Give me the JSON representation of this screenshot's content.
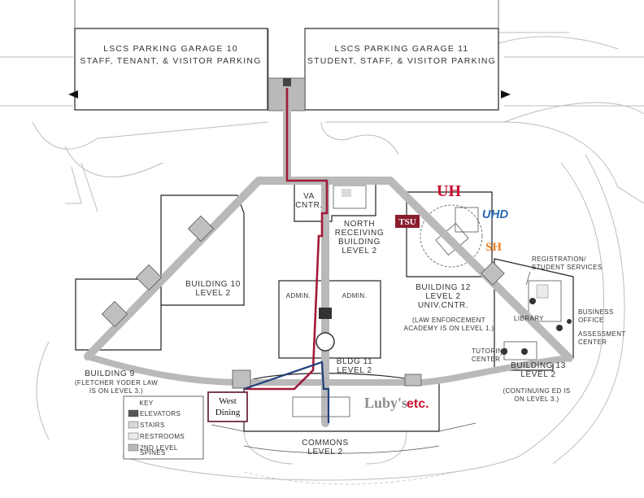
{
  "garages": {
    "g10_line1": "LSCS PARKING GARAGE 10",
    "g10_line2": "STAFF, TENANT, & VISITOR PARKING",
    "g11_line1": "LSCS PARKING GARAGE 11",
    "g11_line2": "STUDENT, STAFF, & VISITOR PARKING"
  },
  "buildings": {
    "va": [
      "VA",
      "CNTR."
    ],
    "north_receiving": [
      "NORTH",
      "RECEIVING",
      "BUILDING",
      "LEVEL 2"
    ],
    "b10": [
      "BUILDING 10",
      "LEVEL 2"
    ],
    "b9": [
      "BUILDING 9",
      "(FLETCHER YODER LAW",
      "IS ON LEVEL 3.)"
    ],
    "admin_left": "ADMIN.",
    "admin_right": "ADMIN.",
    "b11": [
      "BLDG 11",
      "LEVEL 2"
    ],
    "b12": [
      "BUILDING 12",
      "LEVEL 2",
      "UNIV.CNTR."
    ],
    "b12_note": [
      "(LAW ENFORCEMENT",
      "ACADEMY IS ON LEVEL 1.)"
    ],
    "b13": [
      "BUILDING 13",
      "LEVEL 2"
    ],
    "b13_note": [
      "(CONTINUING ED IS",
      "ON LEVEL 3.)"
    ],
    "commons": [
      "COMMONS",
      "LEVEL 2"
    ]
  },
  "places": {
    "registration": [
      "REGISTRATION/",
      "STUDENT SERVICES"
    ],
    "business_office": [
      "BUSINESS",
      "OFFICE"
    ],
    "assessment": [
      "ASSESSMENT",
      "CENTER"
    ],
    "library": "LIBRARY",
    "tutoring": [
      "TUTORING",
      "CENTER"
    ],
    "west_dining": [
      "West",
      "Dining"
    ]
  },
  "logos": {
    "tsu": "TSU",
    "uh": "UH",
    "uhd": "UHD",
    "sh": "SH",
    "lubys": "Luby's",
    "etc": "etc."
  },
  "key": {
    "title": "KEY",
    "items": [
      {
        "label": "ELEVATORS",
        "swatch": "#555555"
      },
      {
        "label": "STAIRS",
        "swatch": "#d9d9d9"
      },
      {
        "label": "RESTROOMS",
        "swatch": "#ebebeb"
      },
      {
        "label": "2ND LEVEL",
        "swatch": "#b9b9b9"
      }
    ],
    "item_extra": "SPINES"
  },
  "colors": {
    "red_route": "#a11a3a",
    "blue_route": "#1f3f7a",
    "spine": "#b9b9b9",
    "tsu_bg": "#8a1e2e",
    "uh_red": "#c8102e",
    "uhd_blue": "#2a6ab3",
    "sh_orange": "#f07f1e",
    "lubys_gray": "#8c8c8c",
    "etc_red": "#c8102e"
  }
}
